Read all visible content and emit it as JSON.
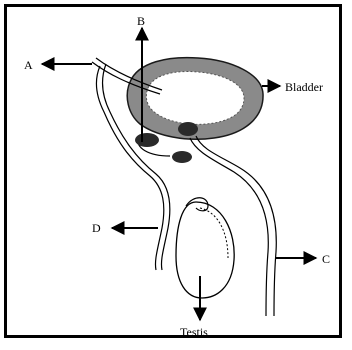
{
  "diagram": {
    "labels": {
      "a": "A",
      "b": "B",
      "c": "C",
      "d": "D",
      "bladder": "Bladder",
      "testis": "Testis"
    }
  }
}
